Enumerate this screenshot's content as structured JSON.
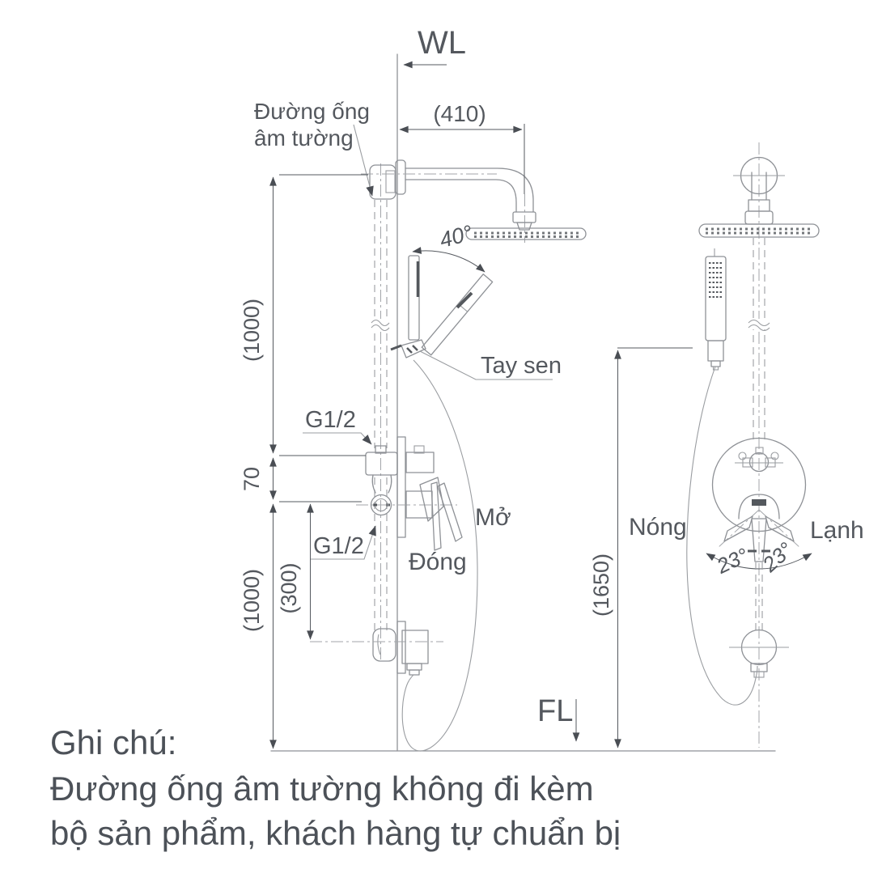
{
  "diagram": {
    "type": "shower-system-installation-drawing",
    "reference_labels": {
      "wall_line": "WL",
      "floor_line": "FL"
    },
    "annotations": {
      "concealed_pipe_line1": "Đường ống",
      "concealed_pipe_line2": "âm tường",
      "hand_shower": "Tay sen",
      "thread_upper": "G1/2",
      "thread_lower": "G1/2",
      "lever_open": "Mở",
      "lever_closed": "Đóng",
      "hot_water": "Nóng",
      "cold_water": "Lạnh"
    },
    "dimensions": {
      "arm_projection": "(410)",
      "upper_pipe_height": "(1000)",
      "fitting_gap": "70",
      "lower_pipe_height": "(1000)",
      "outlet_offset": "(300)",
      "mixer_height": "(1650)",
      "hand_shower_swivel_angle": "40°",
      "lever_swing_left": "23°",
      "lever_swing_right": "23°"
    },
    "note": {
      "heading": "Ghi chú:",
      "line1": "Đường ống âm tường không đi kèm",
      "line2": "bộ sản phẩm, khách hàng tự chuẩn bị"
    },
    "colors": {
      "background": "#ffffff",
      "drawing_line": "#8e9196",
      "dark_detail": "#54585d",
      "text": "#54585e",
      "note_text": "#4c5158"
    }
  }
}
